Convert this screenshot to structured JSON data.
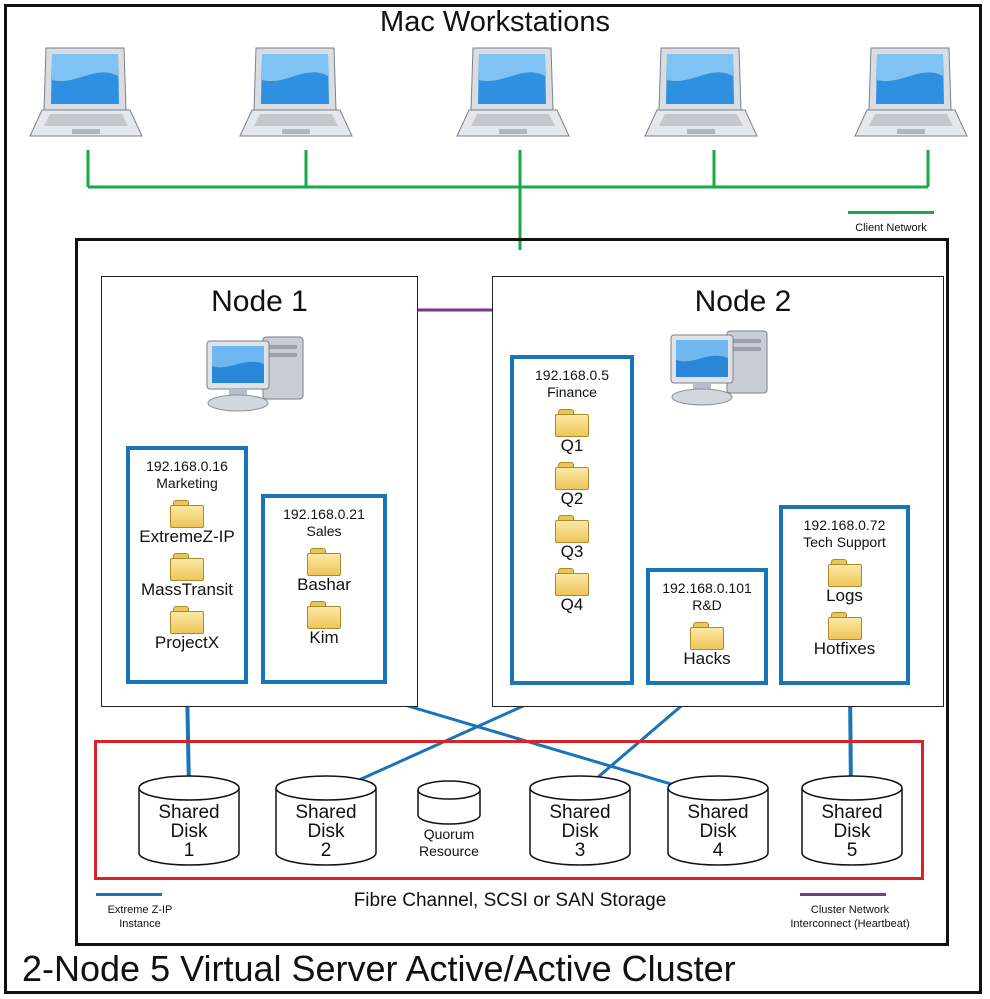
{
  "header": {
    "title": "Mac Workstations"
  },
  "workstations": [
    {
      "icon": "laptop-icon"
    },
    {
      "icon": "laptop-icon"
    },
    {
      "icon": "laptop-icon"
    },
    {
      "icon": "laptop-icon"
    },
    {
      "icon": "laptop-icon"
    }
  ],
  "legend": {
    "client_network": "Client Network",
    "instance_line1": "Extreme Z-IP",
    "instance_line2": "Instance",
    "cluster_line1": "Cluster Network",
    "cluster_line2": "Interconnect (Heartbeat)"
  },
  "nodes": [
    {
      "title": "Node 1",
      "servers": [
        {
          "ip": "192.168.0.16",
          "name": "Marketing",
          "shares": [
            "ExtremeZ-IP",
            "MassTransit",
            "ProjectX"
          ]
        },
        {
          "ip": "192.168.0.21",
          "name": "Sales",
          "shares": [
            "Bashar",
            "Kim"
          ]
        }
      ]
    },
    {
      "title": "Node 2",
      "servers": [
        {
          "ip": "192.168.0.5",
          "name": "Finance",
          "shares": [
            "Q1",
            "Q2",
            "Q3",
            "Q4"
          ]
        },
        {
          "ip": "192.168.0.101",
          "name": "R&D",
          "shares": [
            "Hacks"
          ]
        },
        {
          "ip": "192.168.0.72",
          "name": "Tech Support",
          "shares": [
            "Logs",
            "Hotfixes"
          ]
        }
      ]
    }
  ],
  "storage": {
    "disks": [
      {
        "line1": "Shared",
        "line2": "Disk",
        "line3": "1"
      },
      {
        "line1": "Shared",
        "line2": "Disk",
        "line3": "2"
      },
      {
        "line1": "Shared",
        "line2": "Disk",
        "line3": "3"
      },
      {
        "line1": "Shared",
        "line2": "Disk",
        "line3": "4"
      },
      {
        "line1": "Shared",
        "line2": "Disk",
        "line3": "5"
      }
    ],
    "quorum_line1": "Quorum",
    "quorum_line2": "Resource",
    "caption": "Fibre Channel, SCSI or SAN Storage"
  },
  "footer": {
    "title": "2-Node 5 Virtual Server Active/Active Cluster"
  },
  "colors": {
    "client_network": "#1aa84a",
    "instance_link": "#1a74b8",
    "heartbeat": "#7a3a8c",
    "storage_border": "#d8232a"
  }
}
